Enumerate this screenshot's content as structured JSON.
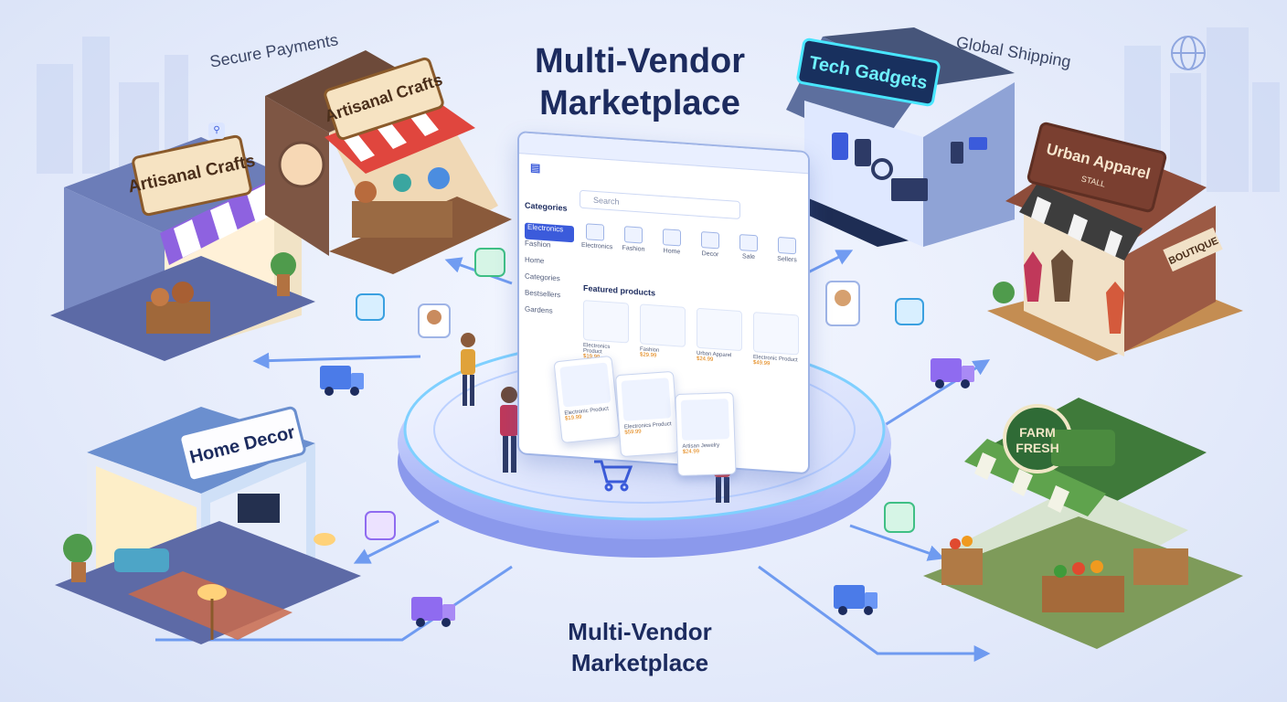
{
  "title": "Multi-Vendor Marketplace",
  "subtitle_bottom": "Multi-Vendor Marketplace",
  "tags": {
    "secure_payments": "Secure Payments",
    "global_shipping": "Global Shipping"
  },
  "stores": {
    "artisanal_left": "Artisanal Crafts",
    "artisanal_back": "Artisanal Crafts",
    "tech": "Tech Gadgets",
    "apparel": "Urban Apparel",
    "apparel_sub": "STALL",
    "apparel_boutique": "BOUTIQUE",
    "home": "Home Decor",
    "farm_line1": "FARM",
    "farm_line2": "FRESH"
  },
  "browser": {
    "search_placeholder": "Search",
    "sidebar_heading": "Categories",
    "sidebar_items": [
      "Electronics",
      "Fashion",
      "Home",
      "Categories",
      "Bestsellers",
      "Gardens"
    ],
    "categories": [
      "Electronics",
      "Fashion",
      "Home",
      "Decor",
      "Sale",
      "Sellers"
    ],
    "featured_heading": "Featured products",
    "products": [
      {
        "name": "Electronics Product",
        "price": "$19.99"
      },
      {
        "name": "Fashion",
        "price": "$29.99"
      },
      {
        "name": "Urban Apparel",
        "price": "$24.99"
      },
      {
        "name": "Electronic Product",
        "price": "$49.99"
      }
    ],
    "cards": [
      {
        "name": "Electronic Product",
        "price": "$19.99"
      },
      {
        "name": "Electronics Product",
        "price": "$59.99"
      },
      {
        "name": "Artisan Jewelry",
        "price": "$24.99"
      }
    ]
  },
  "colors": {
    "title": "#1c2b5e",
    "platform": "#7b8cf0",
    "accent_blue": "#3b5bdb",
    "arrow": "#5b8def",
    "truck": "#8f6bf0"
  }
}
